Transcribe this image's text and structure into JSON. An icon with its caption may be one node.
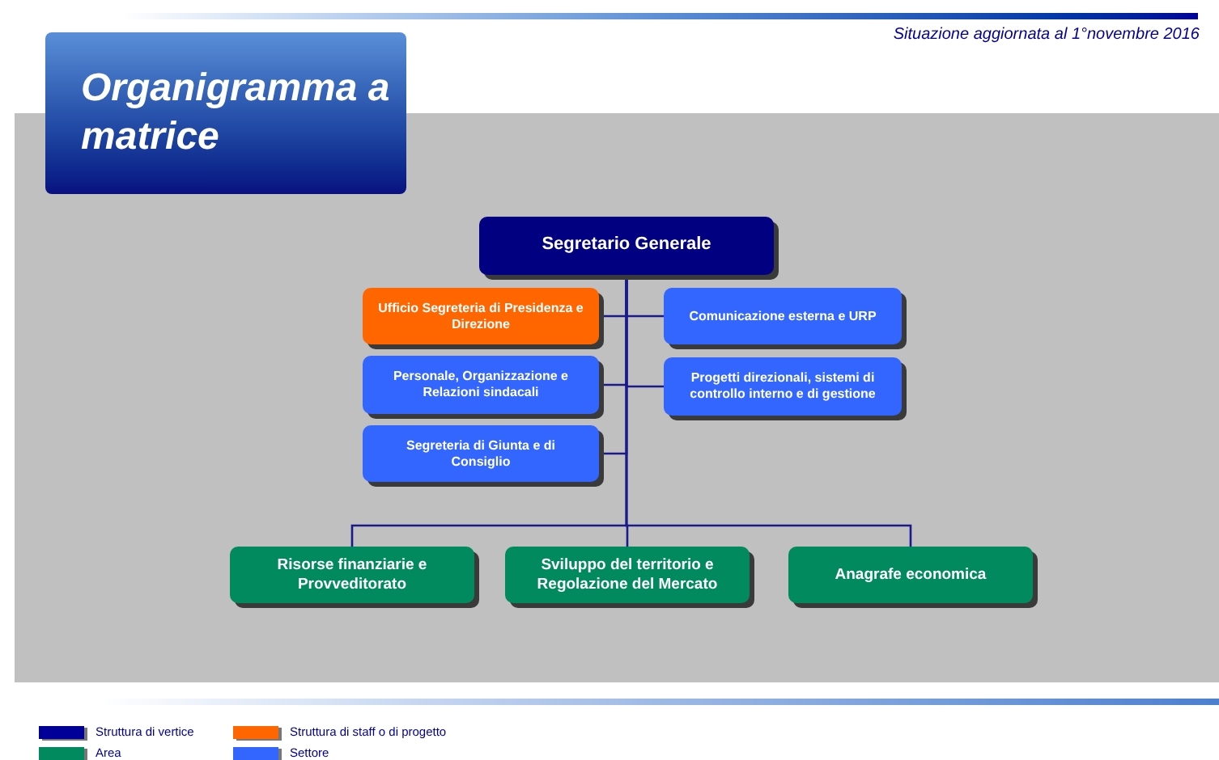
{
  "diagram": {
    "title": "Organigramma a matrice",
    "nodes": [
      {
        "text": [
          "Segretario Generale"
        ]
      },
      {
        "text": [
          "Ufficio Segreteria di Presidenza e Direzione"
        ]
      },
      {
        "text": [
          "Comunicazione esterna e URP"
        ]
      },
      {
        "text": [
          "Personale, Organizzazione e Relazioni sindacali"
        ]
      },
      {
        "text": [
          "Progetti direzionali, sistemi di controllo interno e di gestione"
        ]
      },
      {
        "text": [
          "Segreteria di Giunta e di Consiglio"
        ]
      },
      {
        "text": [
          "Risorse finanziarie e Provveditorato"
        ]
      },
      {
        "text": [
          "Sviluppo del territorio e Regolazione del Mercato"
        ]
      },
      {
        "text": [
          "Anagrafe economica"
        ]
      }
    ],
    "edges": [
      {
        "from": 0,
        "to": 1,
        "arrow": "none"
      },
      {
        "from": 0,
        "to": 2,
        "arrow": "none"
      },
      {
        "from": 0,
        "to": 3,
        "arrow": "none"
      },
      {
        "from": 0,
        "to": 4,
        "arrow": "none"
      },
      {
        "from": 0,
        "to": 5,
        "arrow": "none"
      },
      {
        "from": 0,
        "to": 6,
        "arrow": "none"
      },
      {
        "from": 0,
        "to": 7,
        "arrow": "none"
      },
      {
        "from": 0,
        "to": 8,
        "arrow": "none"
      }
    ],
    "labels": [
      "Situazione aggiornata al 1°novembre 2016"
    ],
    "legend": [
      {
        "text": "Struttura di vertice",
        "color": "#000099"
      },
      {
        "text": "Struttura di staff o di progetto",
        "color": "#ff6600"
      },
      {
        "text": "Area",
        "color": "#008a5e"
      },
      {
        "text": "Settore",
        "color": "#3366ff"
      }
    ]
  }
}
